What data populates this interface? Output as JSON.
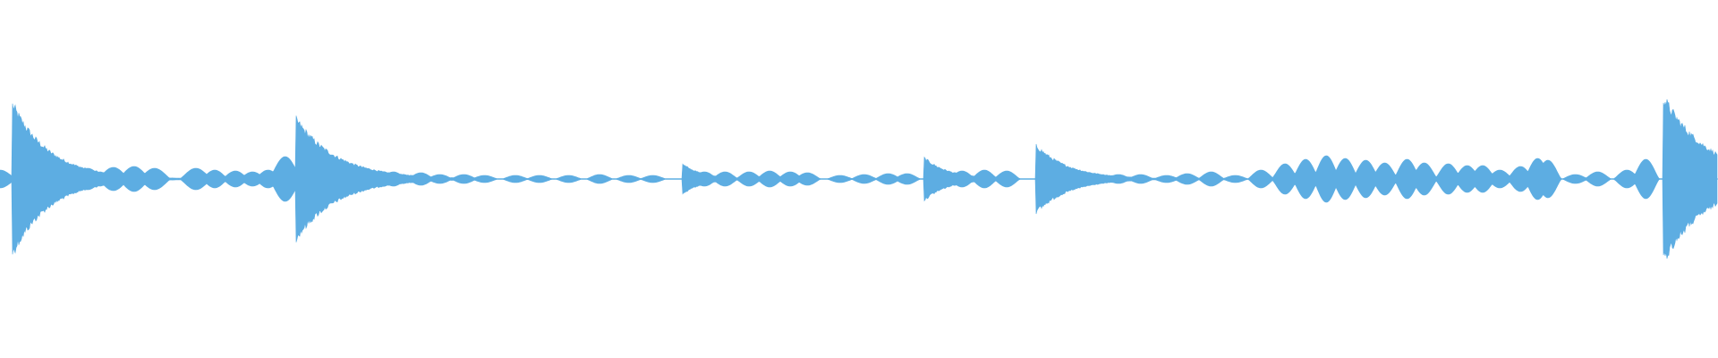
{
  "waveform": {
    "color": "#5dade2",
    "background": "#ffffff",
    "total_duration": 1,
    "events": [
      {
        "t": 0.0,
        "peak": 0.1,
        "decay": 0.006,
        "kind": "sustain"
      },
      {
        "t": 0.007,
        "peak": 0.9,
        "decay": 0.018,
        "kind": "attack"
      },
      {
        "t": 0.038,
        "peak": 0.12,
        "decay": 0.006,
        "kind": "sustain"
      },
      {
        "t": 0.051,
        "peak": 0.12,
        "decay": 0.006,
        "kind": "sustain"
      },
      {
        "t": 0.066,
        "peak": 0.13,
        "decay": 0.006,
        "kind": "sustain"
      },
      {
        "t": 0.078,
        "peak": 0.14,
        "decay": 0.006,
        "kind": "sustain"
      },
      {
        "t": 0.09,
        "peak": 0.12,
        "decay": 0.006,
        "kind": "sustain"
      },
      {
        "t": 0.114,
        "peak": 0.12,
        "decay": 0.006,
        "kind": "sustain"
      },
      {
        "t": 0.125,
        "peak": 0.1,
        "decay": 0.005,
        "kind": "sustain"
      },
      {
        "t": 0.137,
        "peak": 0.09,
        "decay": 0.005,
        "kind": "sustain"
      },
      {
        "t": 0.147,
        "peak": 0.08,
        "decay": 0.005,
        "kind": "sustain"
      },
      {
        "t": 0.156,
        "peak": 0.1,
        "decay": 0.005,
        "kind": "sustain"
      },
      {
        "t": 0.166,
        "peak": 0.25,
        "decay": 0.006,
        "kind": "sustain"
      },
      {
        "t": 0.172,
        "peak": 0.72,
        "decay": 0.02,
        "kind": "attack"
      },
      {
        "t": 0.203,
        "peak": 0.08,
        "decay": 0.005,
        "kind": "sustain"
      },
      {
        "t": 0.215,
        "peak": 0.09,
        "decay": 0.005,
        "kind": "sustain"
      },
      {
        "t": 0.229,
        "peak": 0.08,
        "decay": 0.005,
        "kind": "sustain"
      },
      {
        "t": 0.245,
        "peak": 0.07,
        "decay": 0.005,
        "kind": "sustain"
      },
      {
        "t": 0.256,
        "peak": 0.05,
        "decay": 0.005,
        "kind": "sustain"
      },
      {
        "t": 0.27,
        "peak": 0.05,
        "decay": 0.005,
        "kind": "sustain"
      },
      {
        "t": 0.282,
        "peak": 0.04,
        "decay": 0.005,
        "kind": "sustain"
      },
      {
        "t": 0.3,
        "peak": 0.04,
        "decay": 0.005,
        "kind": "sustain"
      },
      {
        "t": 0.314,
        "peak": 0.04,
        "decay": 0.005,
        "kind": "sustain"
      },
      {
        "t": 0.331,
        "peak": 0.04,
        "decay": 0.005,
        "kind": "sustain"
      },
      {
        "t": 0.349,
        "peak": 0.05,
        "decay": 0.005,
        "kind": "sustain"
      },
      {
        "t": 0.366,
        "peak": 0.04,
        "decay": 0.005,
        "kind": "sustain"
      },
      {
        "t": 0.38,
        "peak": 0.04,
        "decay": 0.005,
        "kind": "sustain"
      },
      {
        "t": 0.397,
        "peak": 0.18,
        "decay": 0.01,
        "kind": "attack"
      },
      {
        "t": 0.41,
        "peak": 0.08,
        "decay": 0.005,
        "kind": "sustain"
      },
      {
        "t": 0.422,
        "peak": 0.08,
        "decay": 0.005,
        "kind": "sustain"
      },
      {
        "t": 0.436,
        "peak": 0.08,
        "decay": 0.005,
        "kind": "sustain"
      },
      {
        "t": 0.448,
        "peak": 0.09,
        "decay": 0.005,
        "kind": "sustain"
      },
      {
        "t": 0.46,
        "peak": 0.08,
        "decay": 0.005,
        "kind": "sustain"
      },
      {
        "t": 0.47,
        "peak": 0.07,
        "decay": 0.005,
        "kind": "sustain"
      },
      {
        "t": 0.489,
        "peak": 0.04,
        "decay": 0.005,
        "kind": "sustain"
      },
      {
        "t": 0.503,
        "peak": 0.05,
        "decay": 0.005,
        "kind": "sustain"
      },
      {
        "t": 0.517,
        "peak": 0.06,
        "decay": 0.005,
        "kind": "sustain"
      },
      {
        "t": 0.528,
        "peak": 0.06,
        "decay": 0.005,
        "kind": "sustain"
      },
      {
        "t": 0.538,
        "peak": 0.25,
        "decay": 0.012,
        "kind": "attack"
      },
      {
        "t": 0.56,
        "peak": 0.09,
        "decay": 0.005,
        "kind": "sustain"
      },
      {
        "t": 0.573,
        "peak": 0.1,
        "decay": 0.005,
        "kind": "sustain"
      },
      {
        "t": 0.586,
        "peak": 0.09,
        "decay": 0.005,
        "kind": "sustain"
      },
      {
        "t": 0.603,
        "peak": 0.4,
        "decay": 0.016,
        "kind": "attack"
      },
      {
        "t": 0.623,
        "peak": 0.04,
        "decay": 0.005,
        "kind": "sustain"
      },
      {
        "t": 0.637,
        "peak": 0.04,
        "decay": 0.005,
        "kind": "sustain"
      },
      {
        "t": 0.651,
        "peak": 0.05,
        "decay": 0.005,
        "kind": "sustain"
      },
      {
        "t": 0.664,
        "peak": 0.05,
        "decay": 0.005,
        "kind": "sustain"
      },
      {
        "t": 0.679,
        "peak": 0.04,
        "decay": 0.005,
        "kind": "sustain"
      },
      {
        "t": 0.691,
        "peak": 0.06,
        "decay": 0.005,
        "kind": "sustain"
      },
      {
        "t": 0.705,
        "peak": 0.08,
        "decay": 0.005,
        "kind": "sustain"
      },
      {
        "t": 0.719,
        "peak": 0.04,
        "decay": 0.005,
        "kind": "sustain"
      },
      {
        "t": 0.734,
        "peak": 0.1,
        "decay": 0.005,
        "kind": "sustain"
      },
      {
        "t": 0.748,
        "peak": 0.17,
        "decay": 0.005,
        "kind": "sustain"
      },
      {
        "t": 0.76,
        "peak": 0.22,
        "decay": 0.005,
        "kind": "sustain"
      },
      {
        "t": 0.772,
        "peak": 0.26,
        "decay": 0.005,
        "kind": "sustain"
      },
      {
        "t": 0.783,
        "peak": 0.23,
        "decay": 0.005,
        "kind": "sustain"
      },
      {
        "t": 0.795,
        "peak": 0.21,
        "decay": 0.005,
        "kind": "sustain"
      },
      {
        "t": 0.806,
        "peak": 0.18,
        "decay": 0.005,
        "kind": "sustain"
      },
      {
        "t": 0.819,
        "peak": 0.22,
        "decay": 0.005,
        "kind": "sustain"
      },
      {
        "t": 0.829,
        "peak": 0.18,
        "decay": 0.005,
        "kind": "sustain"
      },
      {
        "t": 0.843,
        "peak": 0.17,
        "decay": 0.005,
        "kind": "sustain"
      },
      {
        "t": 0.854,
        "peak": 0.15,
        "decay": 0.005,
        "kind": "sustain"
      },
      {
        "t": 0.863,
        "peak": 0.15,
        "decay": 0.005,
        "kind": "sustain"
      },
      {
        "t": 0.873,
        "peak": 0.1,
        "decay": 0.005,
        "kind": "sustain"
      },
      {
        "t": 0.885,
        "peak": 0.14,
        "decay": 0.005,
        "kind": "sustain"
      },
      {
        "t": 0.895,
        "peak": 0.23,
        "decay": 0.005,
        "kind": "sustain"
      },
      {
        "t": 0.901,
        "peak": 0.21,
        "decay": 0.005,
        "kind": "sustain"
      },
      {
        "t": 0.917,
        "peak": 0.05,
        "decay": 0.005,
        "kind": "sustain"
      },
      {
        "t": 0.93,
        "peak": 0.08,
        "decay": 0.005,
        "kind": "sustain"
      },
      {
        "t": 0.947,
        "peak": 0.1,
        "decay": 0.005,
        "kind": "sustain"
      },
      {
        "t": 0.958,
        "peak": 0.22,
        "decay": 0.005,
        "kind": "sustain"
      },
      {
        "t": 0.968,
        "peak": 0.98,
        "decay": 0.022,
        "kind": "attack"
      }
    ]
  }
}
